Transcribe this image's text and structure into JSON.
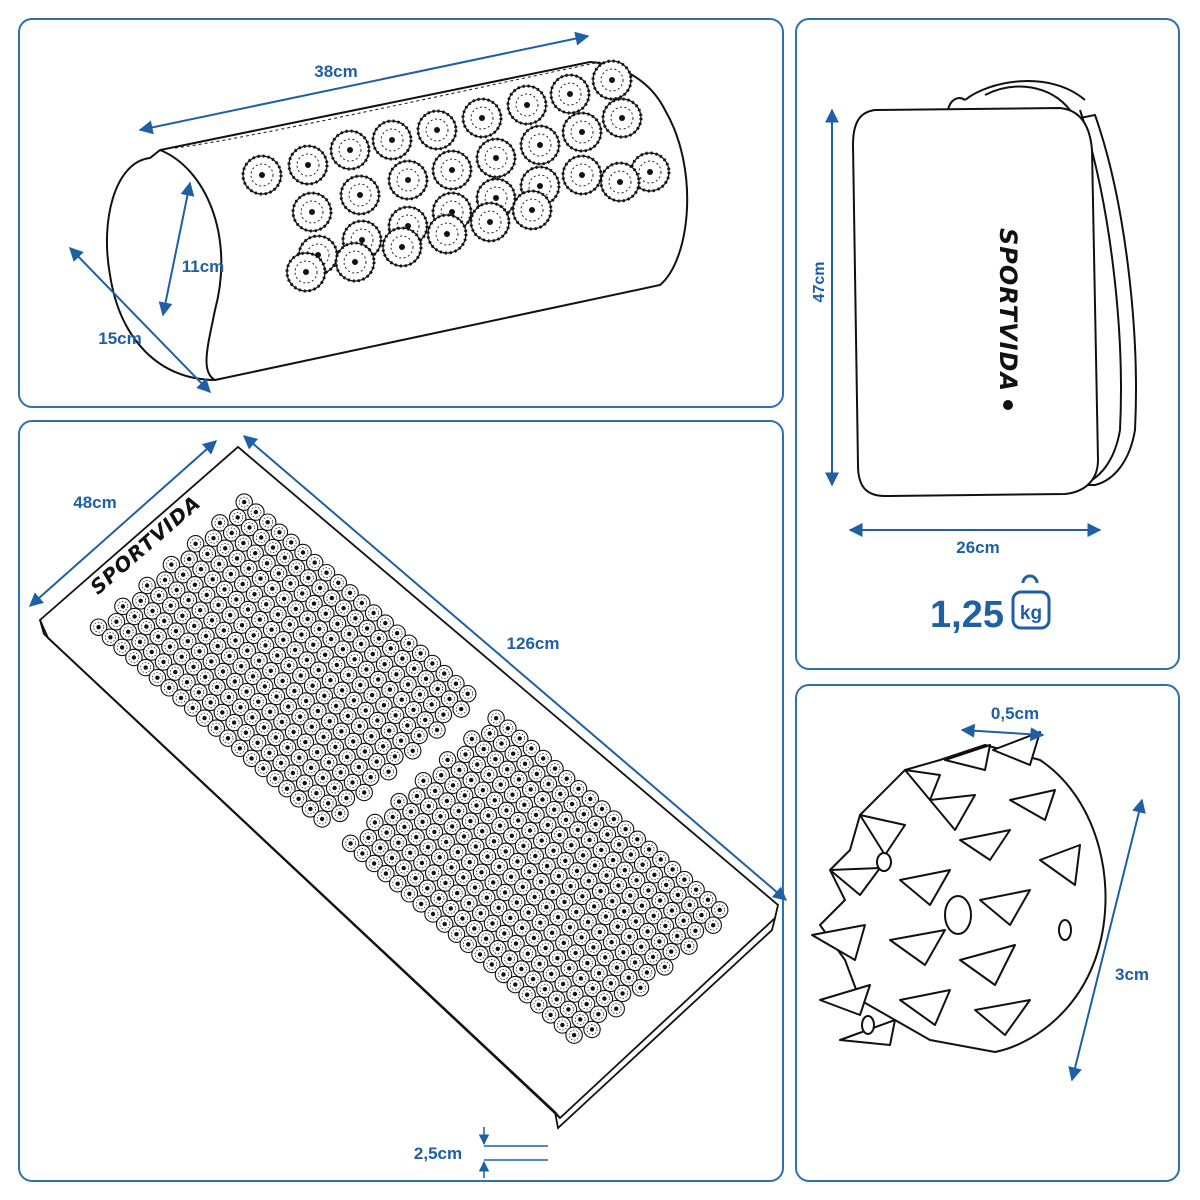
{
  "colors": {
    "accent": "#1f5fa3",
    "panel_border": "#2f6fb3",
    "line": "#111111"
  },
  "pillow": {
    "length": "38cm",
    "height": "11cm",
    "width": "15cm"
  },
  "bag": {
    "height": "47cm",
    "width": "26cm",
    "brand": "SPORTVIDA"
  },
  "weight": {
    "value": "1,25",
    "unit": "kg",
    "icon": "weight-icon"
  },
  "mat": {
    "width": "48cm",
    "length": "126cm",
    "thickness": "2,5cm",
    "brand": "SPORTVIDA"
  },
  "spike": {
    "tip": "0,5cm",
    "height": "3cm"
  }
}
